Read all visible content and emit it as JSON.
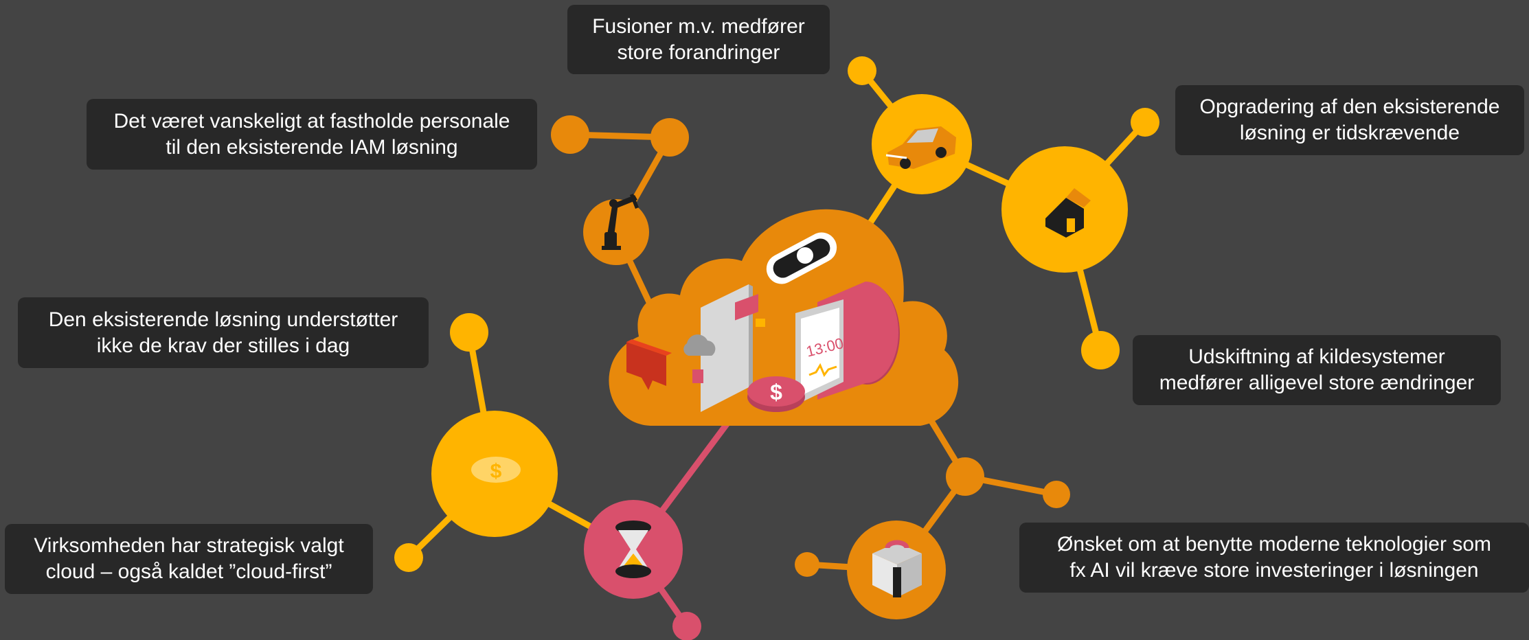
{
  "callouts": [
    {
      "id": "mergers",
      "line1": "Fusioner m.v. medfører",
      "line2": "store forandringer"
    },
    {
      "id": "staff",
      "line1": "Det været vanskeligt at fastholde personale",
      "line2": "til den eksisterende IAM løsning"
    },
    {
      "id": "requirements",
      "line1": "Den eksisterende løsning understøtter",
      "line2": "ikke de krav der stilles i dag"
    },
    {
      "id": "cloud-first",
      "line1": "Virksomheden har strategisk valgt",
      "line2": "cloud – også kaldet ”cloud-first”"
    },
    {
      "id": "upgrade",
      "line1": "Opgradering af den eksisterende",
      "line2": "løsning er tidskrævende"
    },
    {
      "id": "source-systems",
      "line1": "Udskiftning af kildesystemer",
      "line2": "medfører alligevel store ændringer"
    },
    {
      "id": "modern-tech",
      "line1": "Ønsket om at benytte moderne teknologier som",
      "line2": "fx AI vil kræve store investeringer i løsningen"
    }
  ],
  "illustration": {
    "watch_time": "13:00",
    "coin_symbol": "$"
  },
  "colors": {
    "background": "#444444",
    "callout_bg": "#282828",
    "orange": "#E8890B",
    "yellow": "#FFB400",
    "pink": "#D9506C",
    "dark": "#1e1e1e"
  }
}
